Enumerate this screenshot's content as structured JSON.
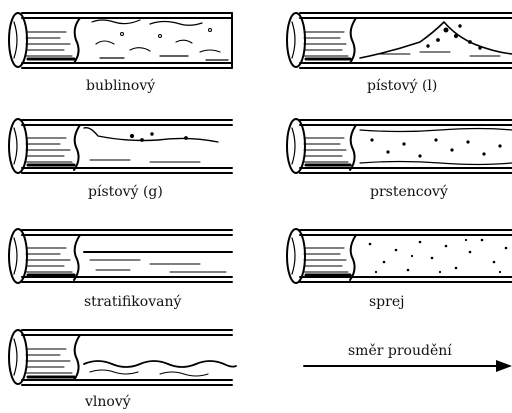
{
  "regimes": [
    {
      "id": "bubbly",
      "label": "bublinový"
    },
    {
      "id": "plug_l",
      "label": "pístový (l)"
    },
    {
      "id": "plug_g",
      "label": "pístový (g)"
    },
    {
      "id": "annular",
      "label": "prstencový"
    },
    {
      "id": "stratified",
      "label": "stratifikovaný"
    },
    {
      "id": "spray",
      "label": "sprej"
    },
    {
      "id": "wavy",
      "label": "vlnový"
    }
  ],
  "flow_direction_label": "směr proudění"
}
